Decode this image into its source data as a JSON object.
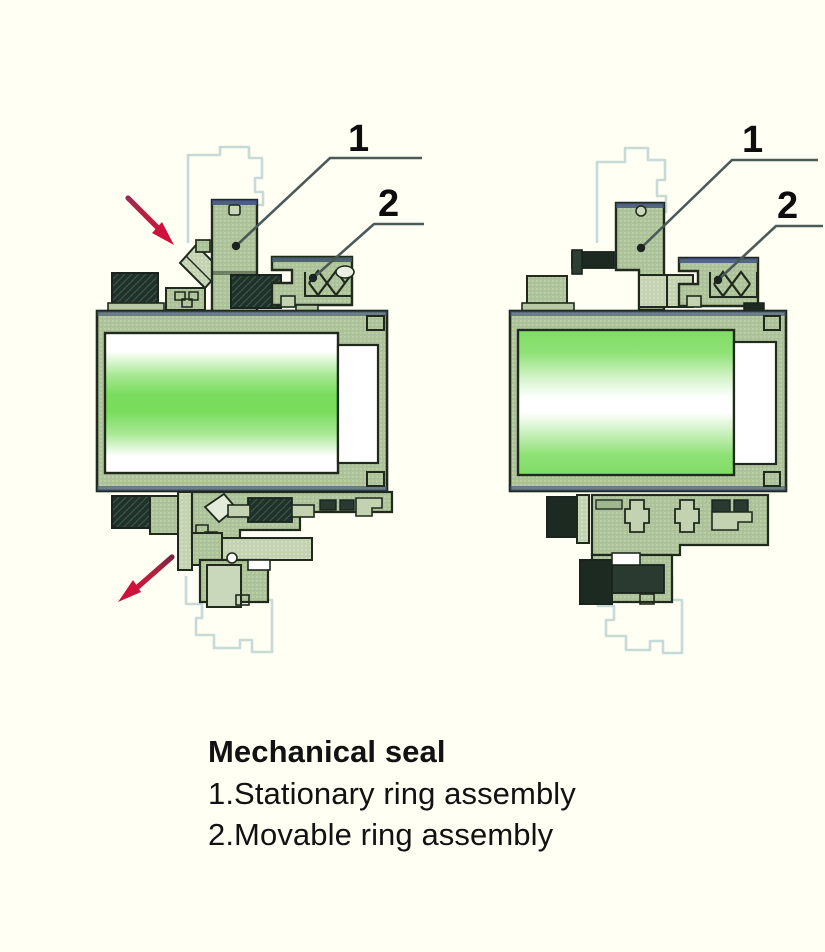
{
  "figure": {
    "background_color": "#fffff4",
    "caption": {
      "title": "Mechanical seal",
      "item_1": "1.Stationary ring assembly",
      "item_2": "2.Movable ring assembly"
    },
    "callout_labels": {
      "one": "1",
      "two": "2"
    },
    "diagrams": [
      {
        "name": "left-seal-assembly",
        "label_1": "1",
        "label_2": "2",
        "has_flow_arrows": true,
        "shaft_gradient": "white-green-white"
      },
      {
        "name": "right-seal-assembly",
        "label_1": "1",
        "label_2": "2",
        "has_flow_arrows": false,
        "shaft_gradient": "green-white-green"
      }
    ],
    "colors": {
      "background": "#fffff4",
      "body_fill": "#aec39b",
      "body_fill_light": "#c3d3b2",
      "outline": "#1f2a1c",
      "dark_block": "#1d2a22",
      "shaft_green": "#79dc5c",
      "shaft_white": "#ffffff",
      "ghost_outline": "#c6dbd6",
      "arrow_red": "#cf123c",
      "arrow_tail": "#6b2240",
      "leader_line": "#4a5a58",
      "label_text": "#0d0d0d",
      "caption_text": "#121212"
    }
  }
}
